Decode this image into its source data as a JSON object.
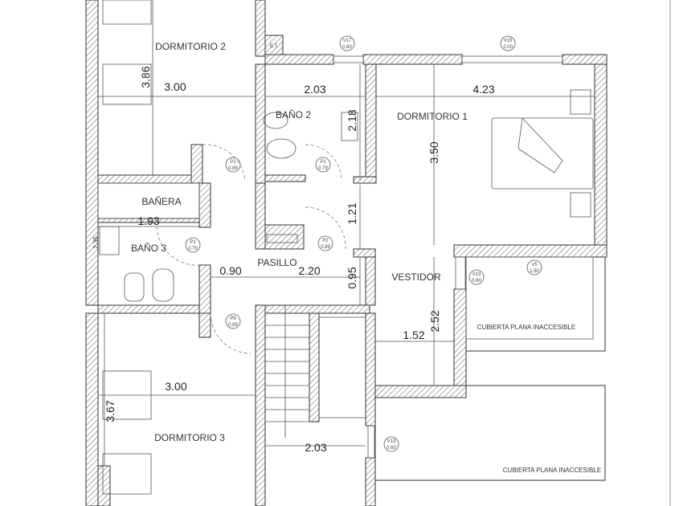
{
  "rooms": {
    "dormitorio2": "DORMITORIO 2",
    "dormitorio1": "DORMITORIO 1",
    "dormitorio3": "DORMITORIO 3",
    "bano2": "BAÑO 2",
    "bano3": "BAÑO 3",
    "banera": "BAÑERA",
    "pasillo": "PASILLO",
    "vestidor": "VESTIDOR",
    "cubierta1": "CUBIERTA PLANA INACCESIBLE",
    "cubierta2": "CUBIERTA PLANA INACCESIBLE",
    "et": "E.T."
  },
  "dimensions": {
    "d2_height": "3.86",
    "d2_width": "3.00",
    "b2_width": "2.03",
    "d1_width": "4.23",
    "b2_height": "2.18",
    "d1_height": "3.50",
    "banera_width": "1.93",
    "pas_121": "1.21",
    "b3_height": "2.35",
    "pas_090": "0.90",
    "pas_220": "2.20",
    "pas_095": "0.95",
    "vest_height": "2.52",
    "vest_width": "1.52",
    "d3_width": "3.00",
    "d3_height": "3.67",
    "stair_width": "2.03"
  },
  "tags": {
    "p2a": {
      "code": "P2",
      "size": "0.89"
    },
    "p1a": {
      "code": "P1",
      "size": "0.79"
    },
    "p1b": {
      "code": "P1",
      "size": "0.79"
    },
    "p2b": {
      "code": "P2",
      "size": "0.89"
    },
    "p9": {
      "code": "P9",
      "size": "0.89"
    },
    "v17": {
      "code": "V17",
      "size": "0.60"
    },
    "v15": {
      "code": "V15",
      "size": "2.00"
    },
    "v13a": {
      "code": "V13",
      "size": "0.60"
    },
    "v5": {
      "code": "V5",
      "size": "1.50"
    },
    "v13b": {
      "code": "V13",
      "size": "0.60"
    }
  }
}
